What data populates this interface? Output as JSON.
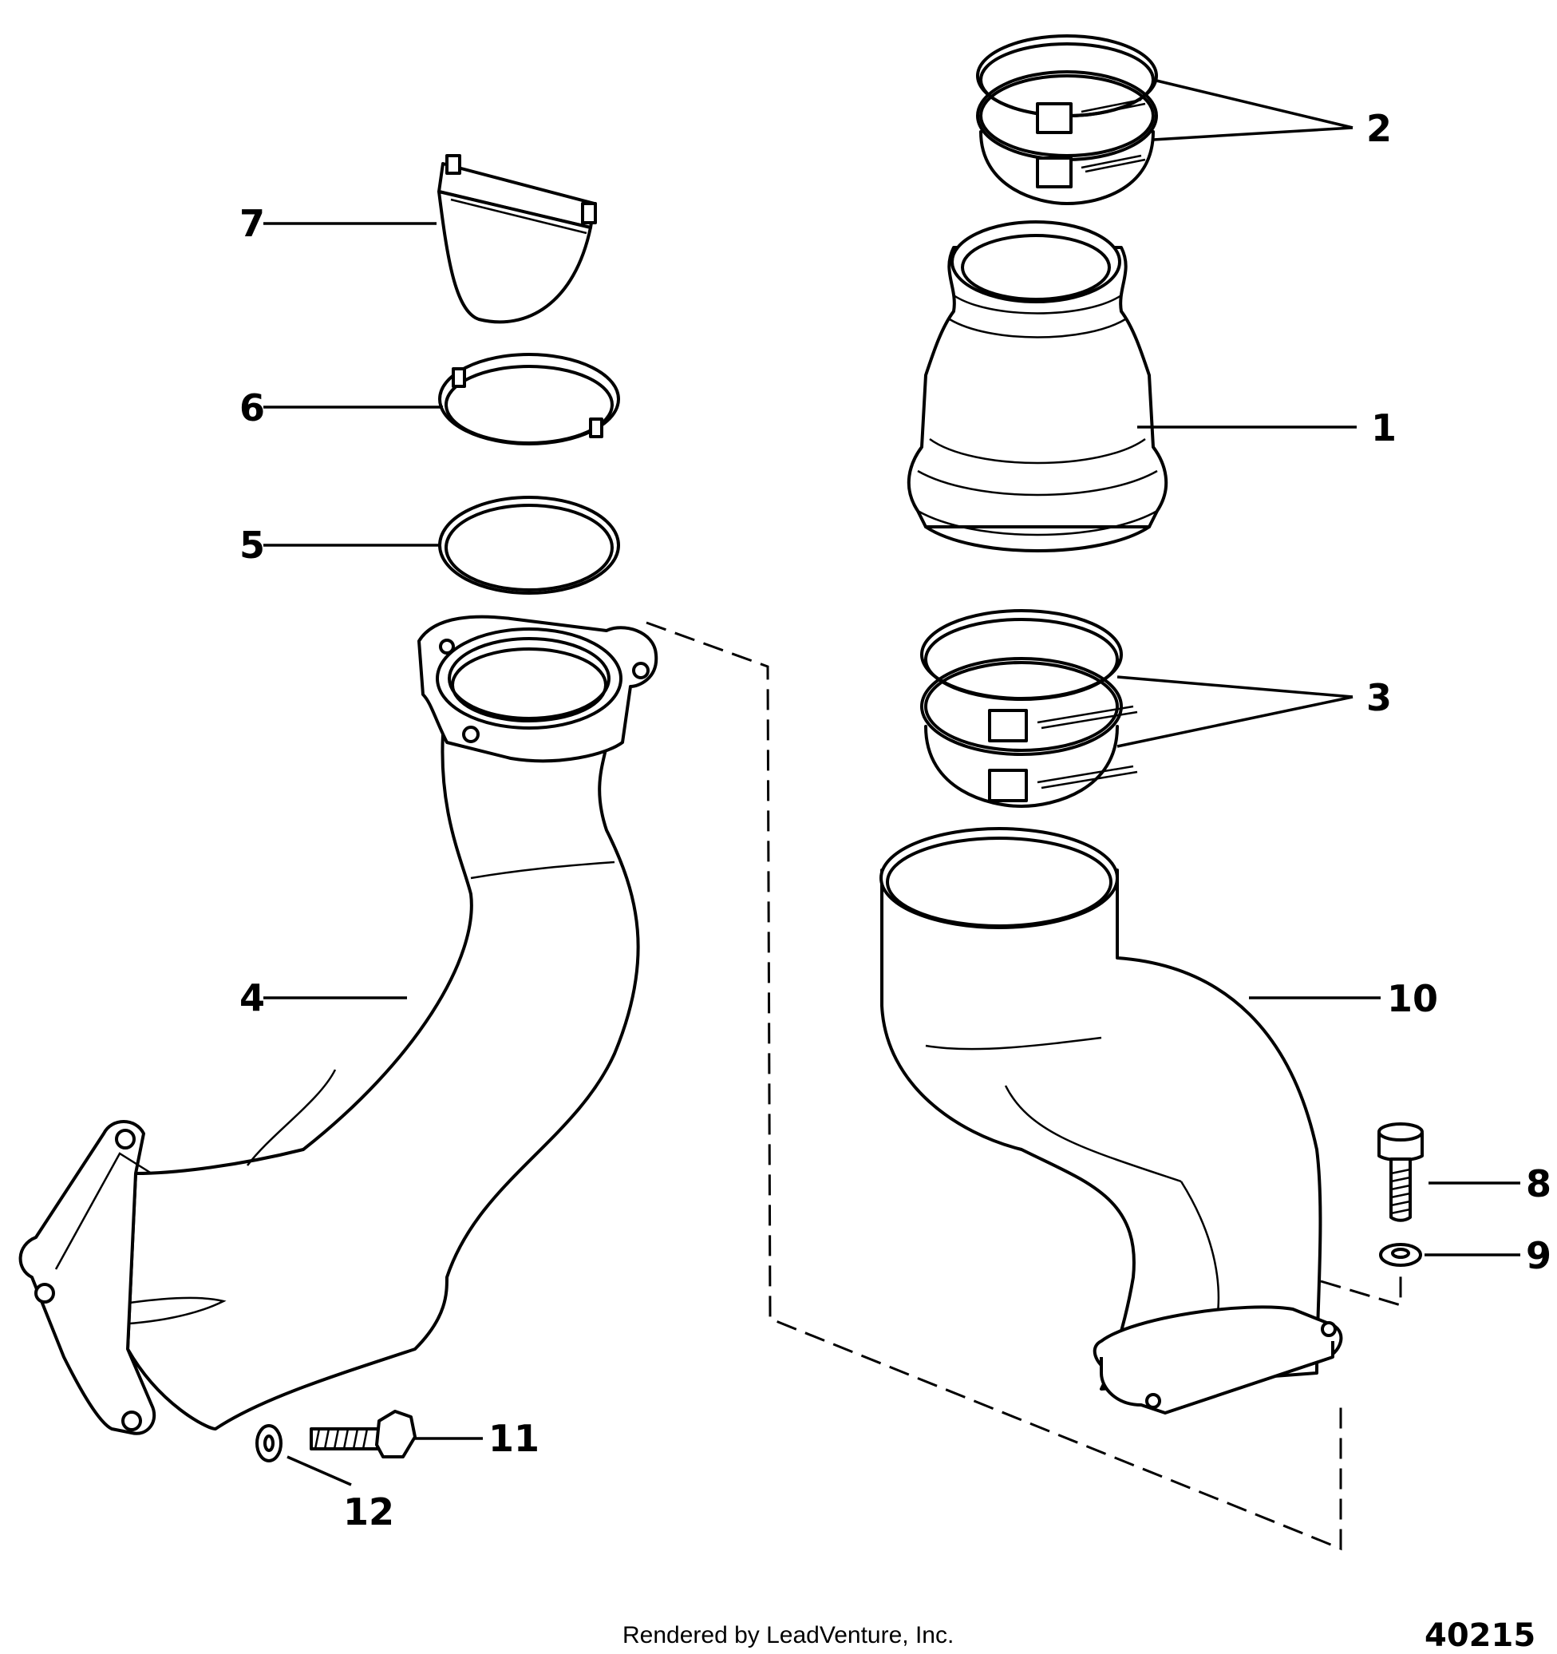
{
  "callouts": {
    "c1": "1",
    "c2": "2",
    "c3": "3",
    "c4": "4",
    "c5": "5",
    "c6": "6",
    "c7": "7",
    "c8": "8",
    "c9": "9",
    "c10": "10",
    "c11": "11",
    "c12": "12"
  },
  "footer": {
    "credit": "Rendered by LeadVenture, Inc.",
    "diagram_number": "40215"
  }
}
